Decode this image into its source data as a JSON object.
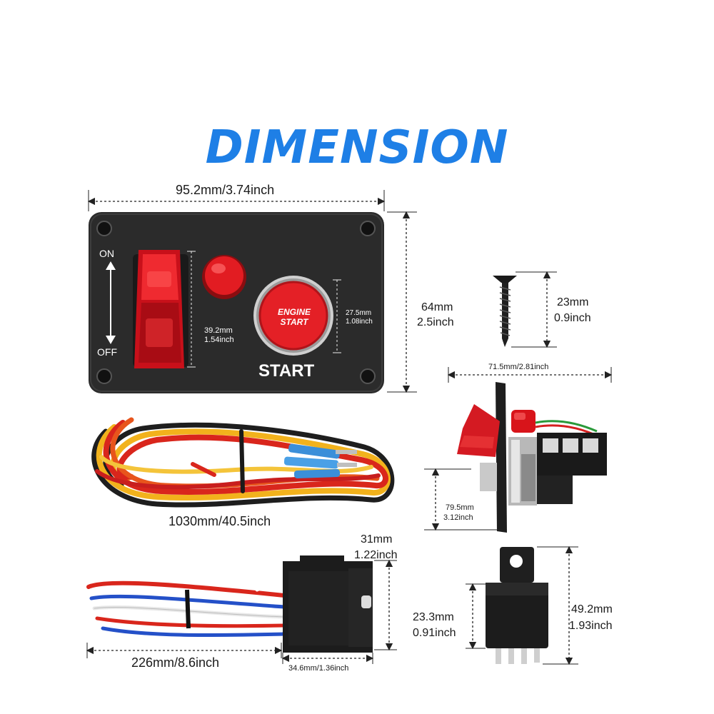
{
  "heading": "DIMENSION",
  "panel": {
    "on_label": "ON",
    "off_label": "OFF",
    "button_line1": "ENGINE",
    "button_line2": "START",
    "start_label": "START",
    "inner_dim1": [
      "39.2mm",
      "1.54inch"
    ],
    "inner_dim2": [
      "27.5mm",
      "1.08inch"
    ]
  },
  "dimensions": {
    "panel_width": "95.2mm/3.74inch",
    "panel_height": [
      "64mm",
      "2.5inch"
    ],
    "screw_length": [
      "23mm",
      "0.9inch"
    ],
    "switch_depth": "71.5mm/2.81inch",
    "switch_height": [
      "79.5mm",
      "3.12inch"
    ],
    "wire_length": "1030mm/40.5inch",
    "socket_height": [
      "31mm",
      "1.22inch"
    ],
    "socket_wire": "226mm/8.6inch",
    "socket_width": "34.6mm/1.36inch",
    "relay_body": [
      "23.3mm",
      "0.91inch"
    ],
    "relay_height": [
      "49.2mm",
      "1.93inch"
    ]
  },
  "colors": {
    "heading": "#1e7fe6",
    "panel": "#2b2b2b",
    "toggle_red": "#e0141c",
    "wire_red": "#d9261c",
    "wire_yellow": "#f2b21c",
    "connector_blue": "#3b8fd9"
  }
}
